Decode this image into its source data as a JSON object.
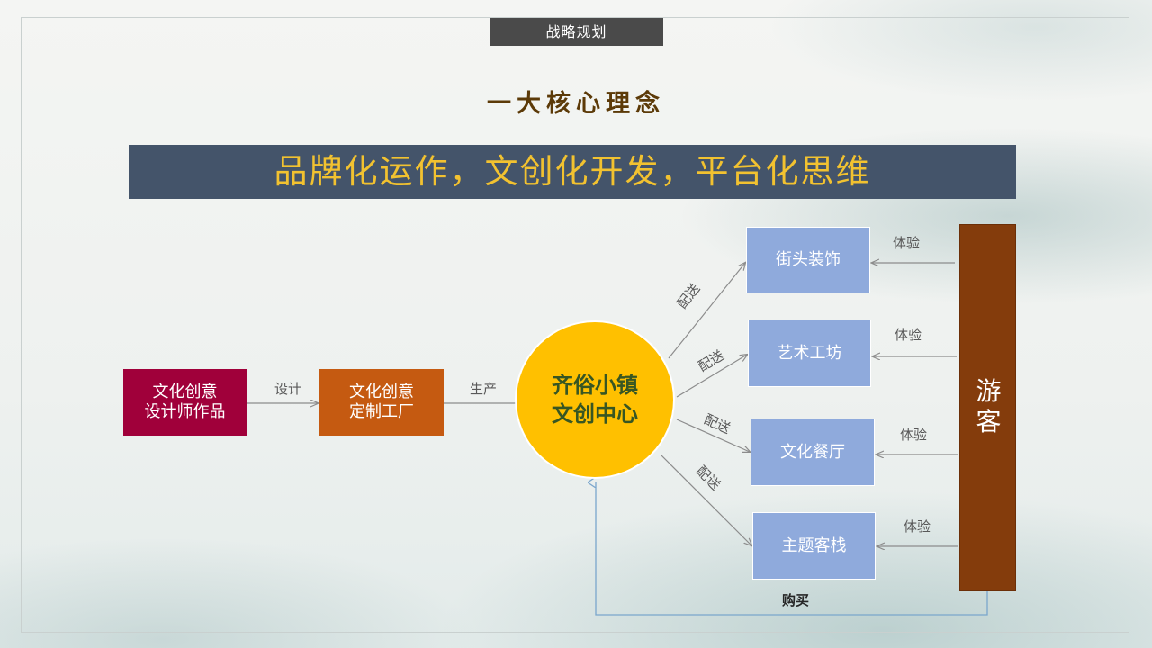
{
  "header": {
    "tag": "战略规划",
    "title": "一大核心理念",
    "banner": "品牌化运作，文创化开发，平台化思维"
  },
  "nodes": {
    "designer": {
      "line1": "文化创意",
      "line2": "设计师作品"
    },
    "factory": {
      "line1": "文化创意",
      "line2": "定制工厂"
    },
    "hub": {
      "line1": "齐俗小镇",
      "line2": "文创中心"
    },
    "destinations": [
      "街头装饰",
      "艺术工坊",
      "文化餐厅",
      "主题客栈"
    ],
    "visitor": "游客"
  },
  "edges": {
    "design": "设计",
    "produce": "生产",
    "deliver": "配送",
    "experience": "体验",
    "purchase": "购买"
  },
  "colors": {
    "banner_bg": "#44546a",
    "banner_text": "#f2c230",
    "designer": "#a0003a",
    "factory": "#c55a11",
    "hub": "#ffc000",
    "hub_text": "#375623",
    "destination": "#8faadc",
    "visitor": "#843c0c",
    "purchase_line": "#7aa6cc"
  }
}
